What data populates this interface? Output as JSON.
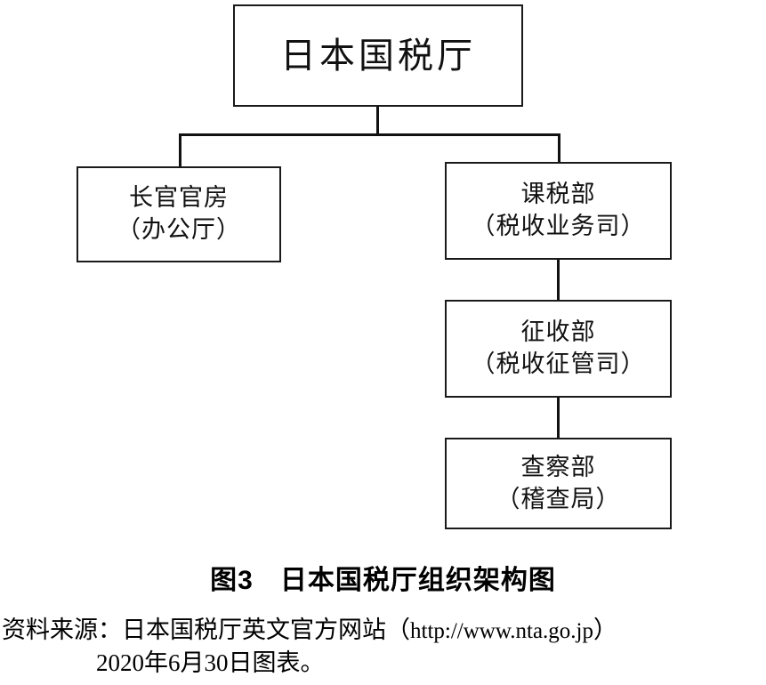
{
  "figure": {
    "caption_number": "图3",
    "caption_title": "日本国税厅组织架构图"
  },
  "chart_data": {
    "type": "diagram",
    "title": "日本国税厅组织架构图",
    "nodes": [
      {
        "id": "root",
        "label": "日本国税厅",
        "sublabel": "",
        "level": 0
      },
      {
        "id": "secretariat",
        "label": "长官官房",
        "sublabel": "（办公厅）",
        "level": 1
      },
      {
        "id": "taxation",
        "label": "课税部",
        "sublabel": "（税收业务司）",
        "level": 1
      },
      {
        "id": "collection",
        "label": "征收部",
        "sublabel": "（税收征管司）",
        "level": 2
      },
      {
        "id": "inspection",
        "label": "查察部",
        "sublabel": "（稽查局）",
        "level": 3
      }
    ],
    "edges": [
      {
        "from": "root",
        "to": "secretariat"
      },
      {
        "from": "root",
        "to": "taxation"
      },
      {
        "from": "taxation",
        "to": "collection"
      },
      {
        "from": "collection",
        "to": "inspection"
      }
    ]
  },
  "source": {
    "line1_prefix": "资料来源：日本国税厅英文官方网站（",
    "line1_url": "http://www.nta.go.jp",
    "line1_suffix": "）",
    "line2": "2020年6月30日图表。"
  }
}
